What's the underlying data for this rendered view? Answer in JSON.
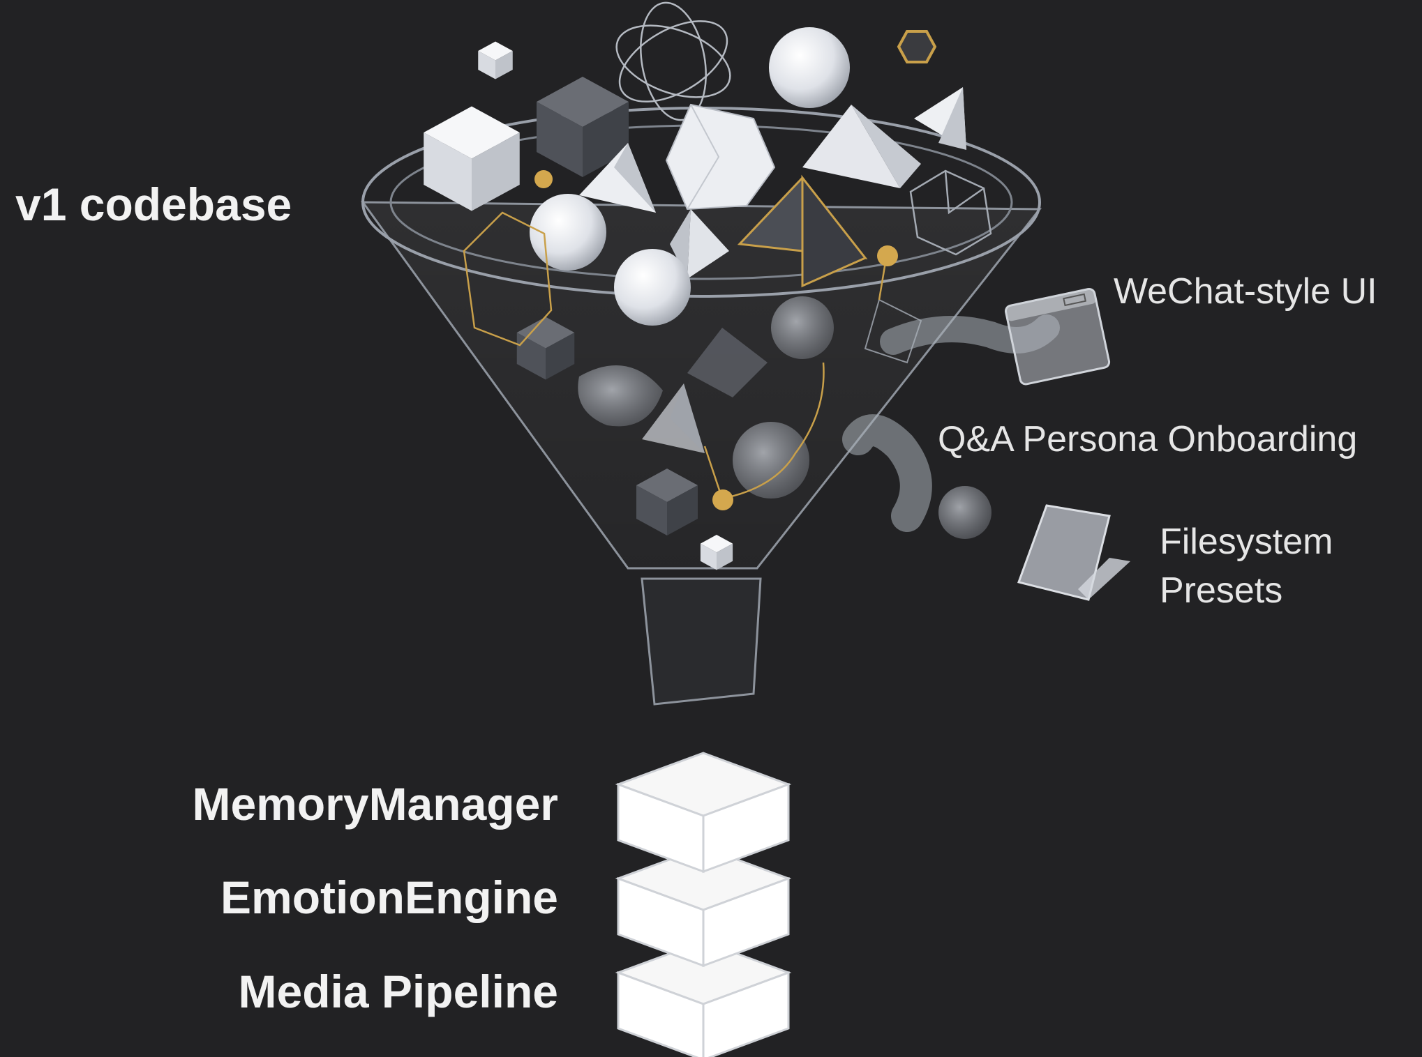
{
  "source_label": "v1 codebase",
  "discarded_items": [
    {
      "line1": "WeChat-style UI",
      "line2": ""
    },
    {
      "line1": "Q&A Persona Onboarding",
      "line2": ""
    },
    {
      "line1": "Filesystem",
      "line2": "Presets"
    }
  ],
  "modules": [
    "MemoryManager",
    "EmotionEngine",
    "Media Pipeline"
  ],
  "colors": {
    "background": "#222224",
    "accent_gold": "#d4a84e",
    "shape_light": "#eceef2",
    "shape_dark": "#55585f",
    "funnel_stroke": "#9aa0aa"
  }
}
